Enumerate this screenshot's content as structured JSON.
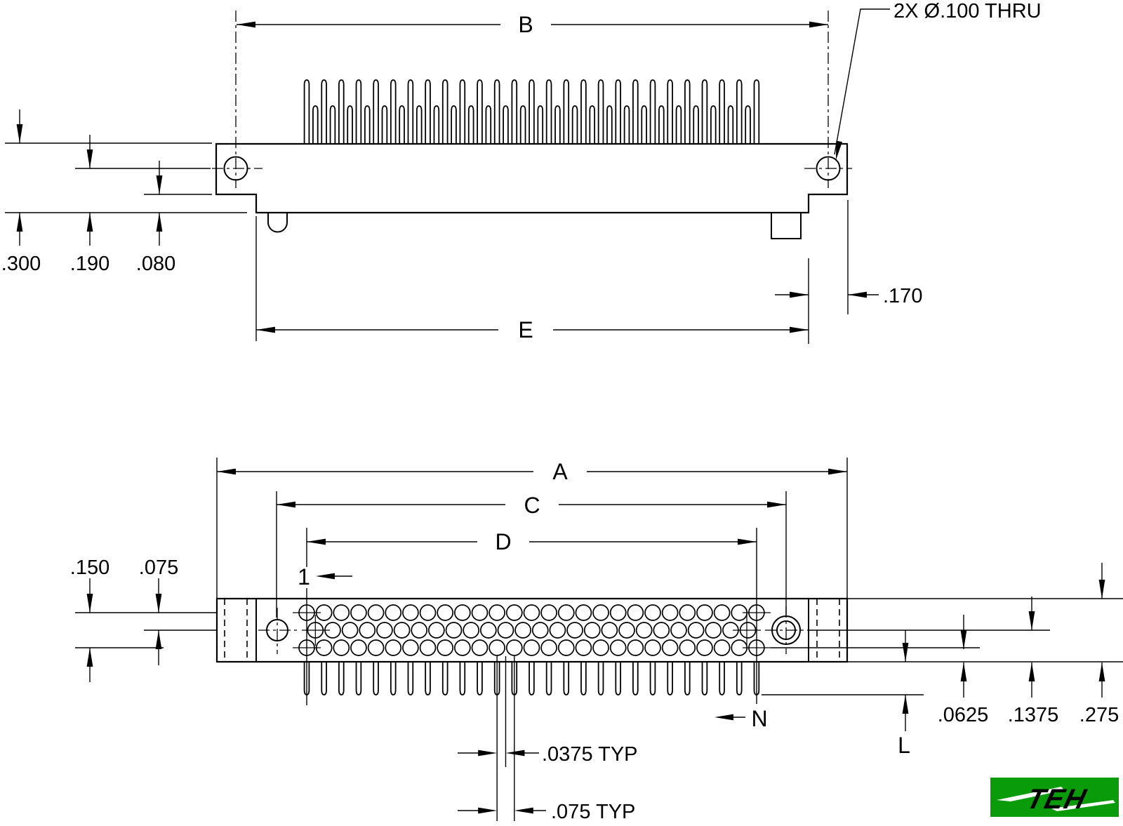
{
  "callout": {
    "hole_note": "2X Ø.100 THRU"
  },
  "top_view": {
    "dim_b": "B",
    "dim_e": "E",
    "dim_300": ".300",
    "dim_190": ".190",
    "dim_080": ".080",
    "dim_170": ".170"
  },
  "bottom_view": {
    "dim_a": "A",
    "dim_c": "C",
    "dim_d": "D",
    "dim_150": ".150",
    "dim_075": ".075",
    "dim_0625": ".0625",
    "dim_1375": ".1375",
    "dim_275": ".275",
    "dim_l": "L",
    "first_pin": "1",
    "last_pin": "N",
    "col_pitch": ".0375 TYP",
    "row_pitch": ".075 TYP"
  },
  "logo": {
    "text": "TEH",
    "bg_color": "#0a9b0a",
    "fg_color": "#dcead8"
  },
  "colors": {
    "line": "#000000",
    "background": "#ffffff"
  }
}
